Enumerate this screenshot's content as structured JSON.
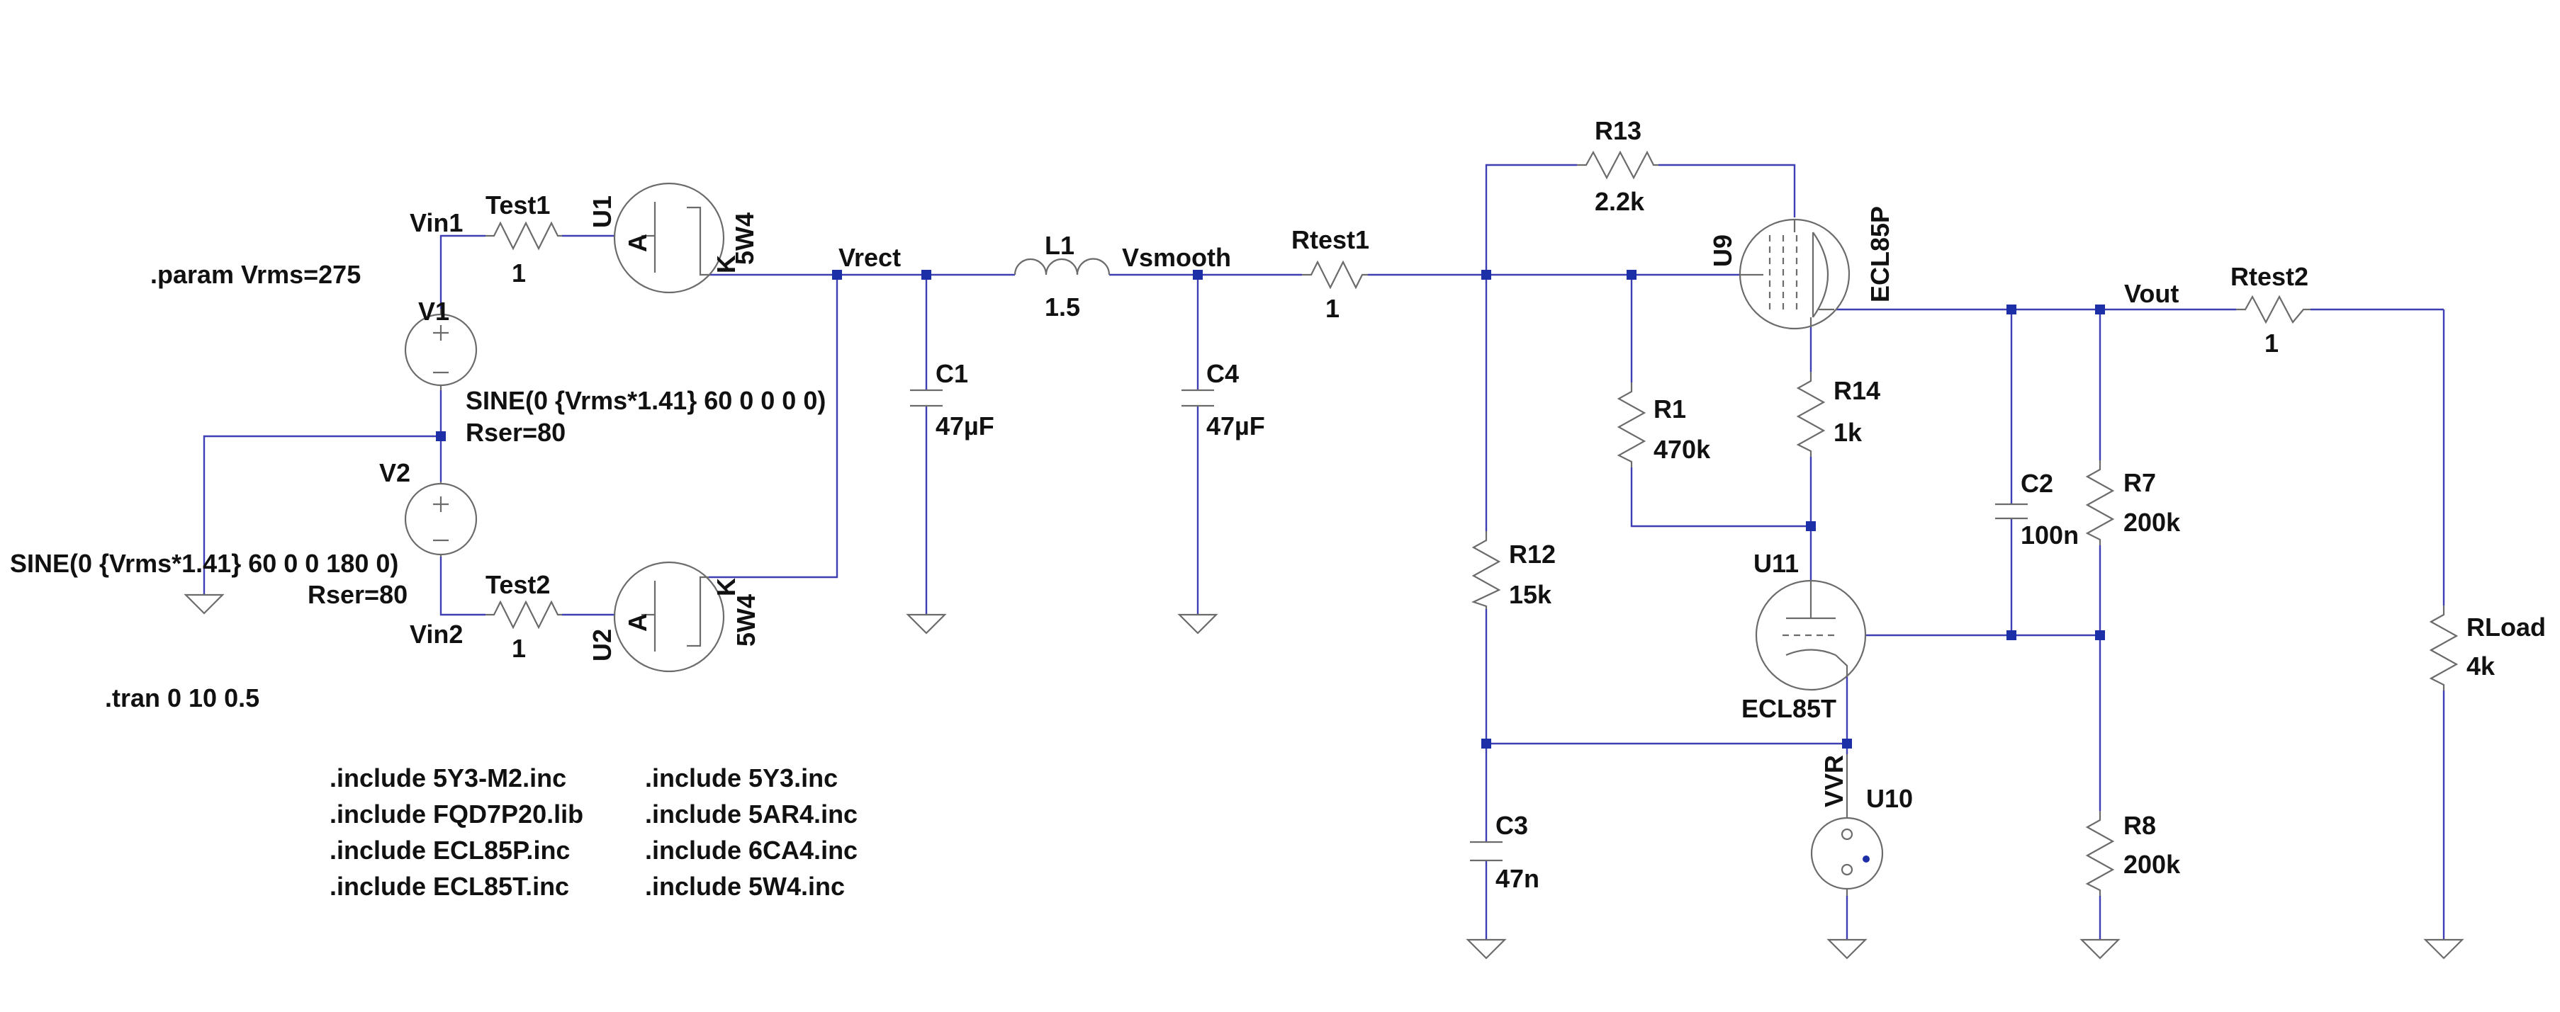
{
  "labels": {
    "vin1": "Vin1",
    "vin2": "Vin2",
    "vrect": "Vrect",
    "vsmooth": "Vsmooth",
    "vout": "Vout",
    "test1": "Test1",
    "test1_val": "1",
    "test2": "Test2",
    "test2_val": "1",
    "u1": "U1",
    "u1_model": "5W4",
    "u2": "U2",
    "u2_model": "5W4",
    "anode": "A",
    "cathode": "K",
    "v1": "V1",
    "v1_sine": "SINE(0 {Vrms*1.41} 60 0 0 0 0)",
    "v1_rser": "Rser=80",
    "v2": "V2",
    "v2_sine": "SINE(0 {Vrms*1.41} 60 0 0 180 0)",
    "v2_rser": "Rser=80",
    "c1": "C1",
    "c1_val": "47µF",
    "l1": "L1",
    "l1_val": "1.5",
    "c4": "C4",
    "c4_val": "47µF",
    "rtest1": "Rtest1",
    "rtest1_val": "1",
    "r13": "R13",
    "r13_val": "2.2k",
    "u9": "U9",
    "u9_model": "ECL85P",
    "r1": "R1",
    "r1_val": "470k",
    "r14": "R14",
    "r14_val": "1k",
    "r12": "R12",
    "r12_val": "15k",
    "u11": "U11",
    "u11_model": "ECL85T",
    "c2": "C2",
    "c2_val": "100n",
    "r7": "R7",
    "r7_val": "200k",
    "r8": "R8",
    "r8_val": "200k",
    "c3": "C3",
    "c3_val": "47n",
    "u10": "U10",
    "u10_model": "VVR",
    "rtest2": "Rtest2",
    "rtest2_val": "1",
    "rload": "RLoad",
    "rload_val": "4k"
  },
  "directives": {
    "param": ".param Vrms=275",
    "tran": ".tran 0 10 0.5",
    "includes_left": [
      ".include 5Y3-M2.inc",
      ".include FQD7P20.lib",
      ".include ECL85P.inc",
      ".include ECL85T.inc"
    ],
    "includes_right": [
      ".include 5Y3.inc",
      ".include 5AR4.inc",
      ".include 6CA4.inc",
      ".include 5W4.inc"
    ]
  },
  "colors": {
    "wire": "#3f3fb4",
    "junction": "#1c2fa6",
    "component": "#6b6b6b",
    "text": "#111111"
  }
}
